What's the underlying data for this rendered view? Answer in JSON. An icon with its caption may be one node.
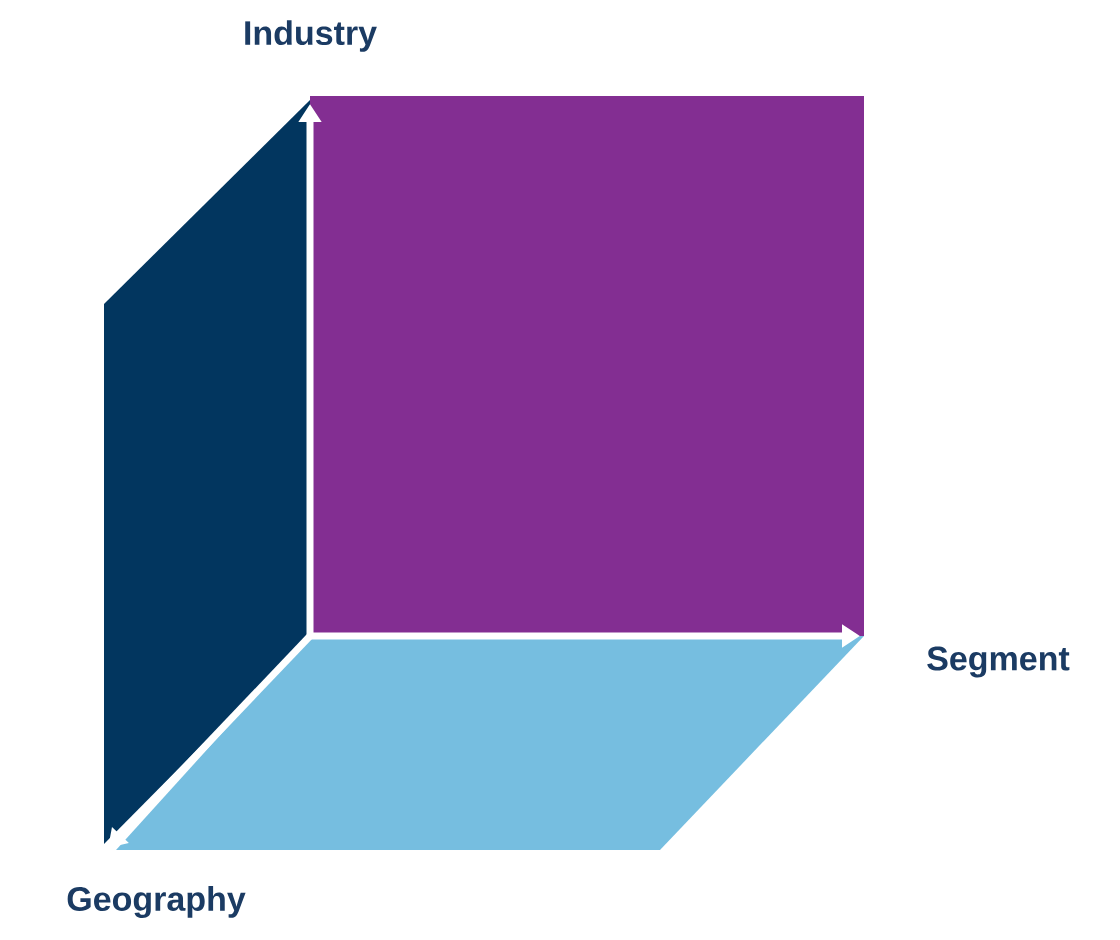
{
  "diagram": {
    "labels": [
      "Industry",
      "Segment",
      "Geography"
    ]
  }
}
